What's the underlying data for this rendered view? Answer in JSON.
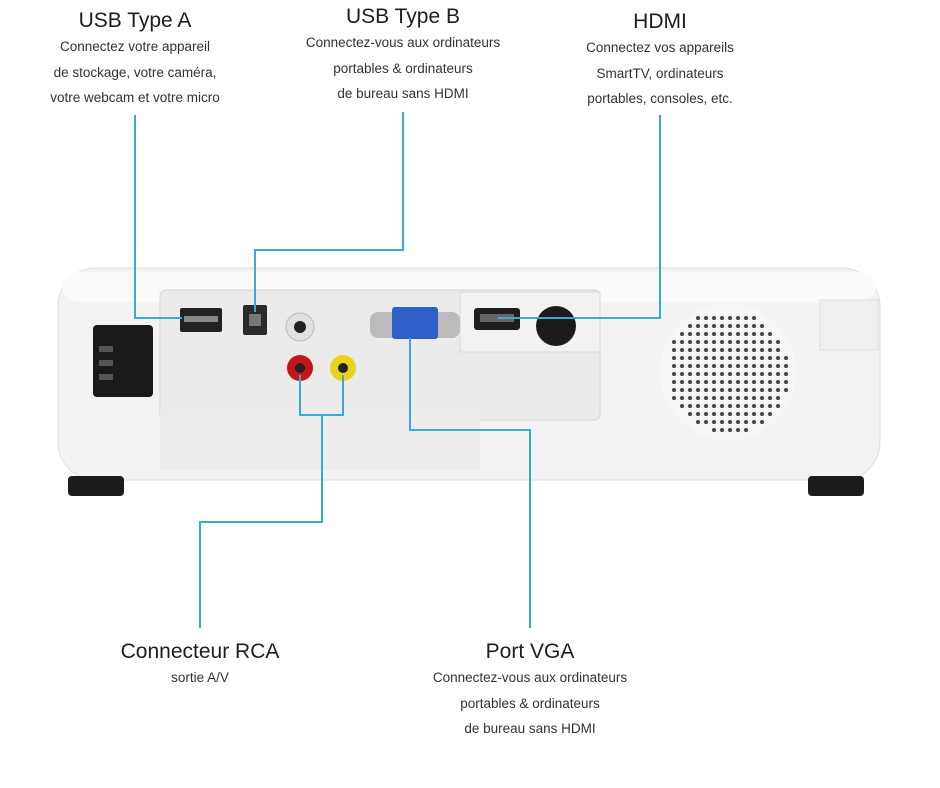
{
  "callouts": {
    "usb_a": {
      "title": "USB Type A",
      "lines": [
        "Connectez votre appareil",
        "de stockage, votre caméra,",
        "votre webcam et votre micro"
      ]
    },
    "usb_b": {
      "title": "USB Type B",
      "lines": [
        "Connectez-vous aux ordinateurs",
        "portables & ordinateurs",
        "de bureau sans HDMI"
      ]
    },
    "hdmi": {
      "title": "HDMI",
      "lines": [
        "Connectez vos appareils",
        "SmartTV, ordinateurs",
        "portables, consoles, etc."
      ]
    },
    "rca": {
      "title": "Connecteur RCA",
      "lines": [
        "sortie A/V"
      ]
    },
    "vga": {
      "title": "Port VGA",
      "lines": [
        "Connectez-vous aux ordinateurs",
        "portables & ordinateurs",
        "de bureau sans HDMI"
      ]
    }
  },
  "colors": {
    "leader_line": "#3aa9d6",
    "rca_red": "#c8141b",
    "rca_yellow": "#e8d21a",
    "vga_blue": "#2f5fc8"
  }
}
